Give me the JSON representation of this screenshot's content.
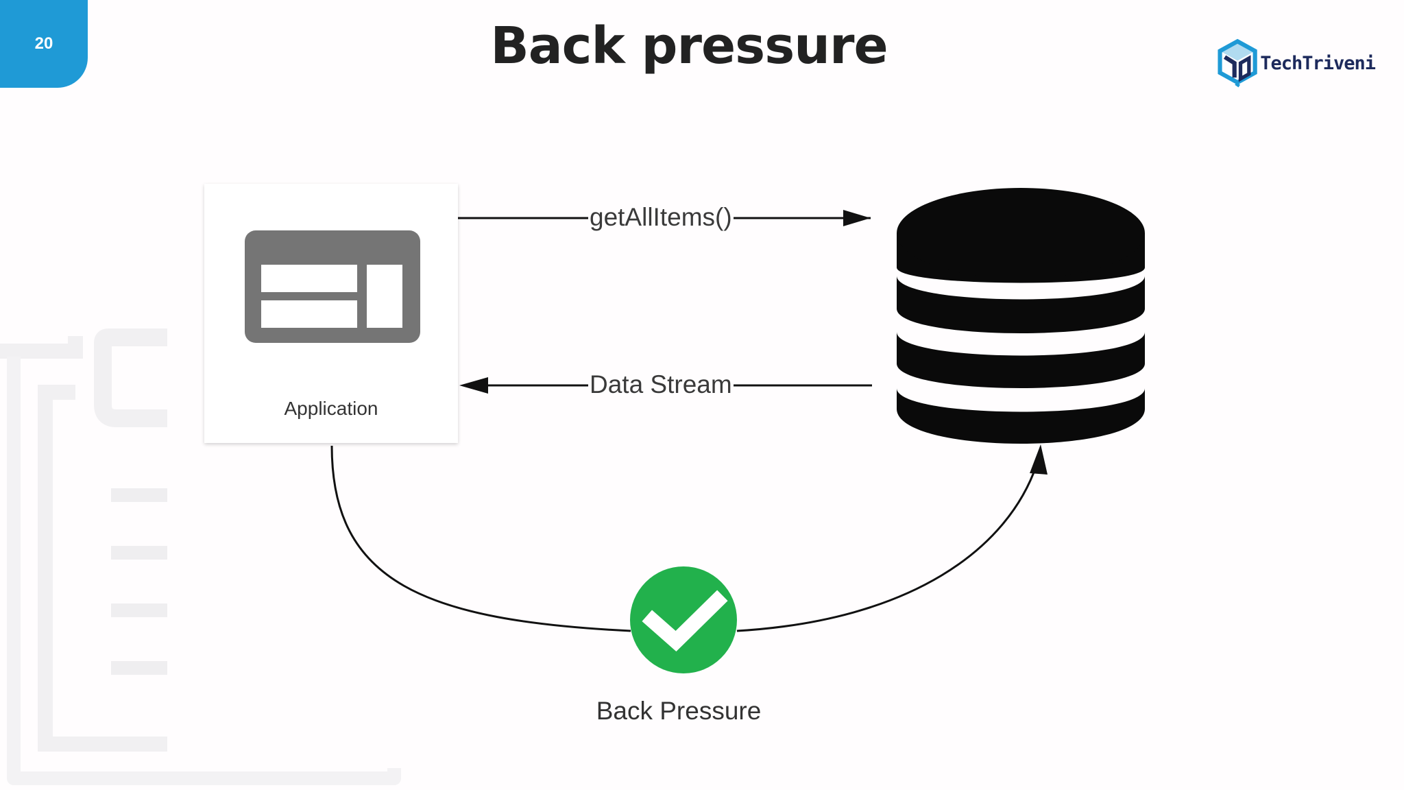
{
  "slide": {
    "page_number": "20",
    "title": "Back pressure"
  },
  "brand": {
    "name": "TechTriveni",
    "logo_icon": "cube-logo-icon",
    "accent_color": "#1f9ad6",
    "logo_text_color": "#1d2a5c"
  },
  "diagram": {
    "application_label": "Application",
    "request_label": "getAllItems()",
    "response_label": "Data Stream",
    "feedback_label": "Back Pressure",
    "database_icon": "database-icon",
    "application_icon": "browser-window-icon",
    "status_icon": "green-checkmark-icon",
    "status_color": "#22b14c"
  }
}
